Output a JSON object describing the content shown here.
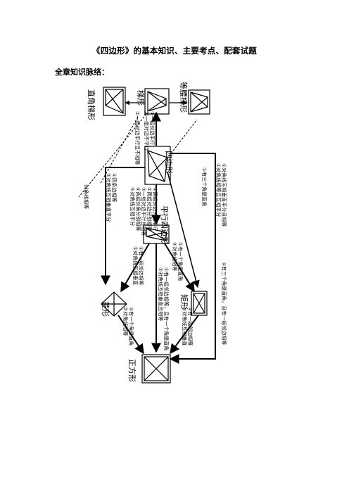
{
  "document": {
    "title": "《四边形》的基本知识、主要考点、配套试题",
    "section_label": "全章知识脉络："
  },
  "diagram": {
    "nodes": {
      "quadrilateral": "四边形",
      "trapezoid": "梯形",
      "parallelogram": "平行四边形",
      "rhombus": "菱形",
      "rectangle": "矩形",
      "square": "正方形",
      "right_trapezoid": "直角梯形",
      "isosceles_trapezoid": "等腰梯形"
    },
    "edge_labels": {
      "quad_to_trap": [
        "①一组对边平行，",
        "另一组对边不平行",
        "②一组对边平行且不相等"
      ],
      "quad_to_para": [
        "①两组对边分别平行",
        "②两组对边分别相等",
        "③一组对边平行且相等",
        "④两组对角分别相等",
        "⑤对角线互相平分"
      ],
      "quad_to_square": [
        "①对角线互相垂直平分且相等",
        "②对角线相等且互相平分"
      ],
      "quad_to_rect": [
        "①有三个角是直角"
      ],
      "quad_to_rhombus": [
        "①四条边相等",
        "②对角线互相垂直平分"
      ],
      "para_to_rhombus": [
        "①有一组邻边相等",
        "②对角线互相垂直"
      ],
      "para_to_rect": [
        "①有一个角是直角",
        "②对角线相等"
      ],
      "para_to_square": [
        "①有一组邻边相等，且有一个角是直角",
        "②对角线互相垂直且相等"
      ],
      "rect_to_square": [
        "①有一组邻边相等",
        "②对角线互相垂直"
      ],
      "rhombus_to_square": [
        "①有一个角是直角",
        "②对角线相等"
      ],
      "quad_right_side": [
        "①有三个角是直角，且有一组邻边相等"
      ],
      "trap_left": [
        "对角线相等"
      ]
    }
  }
}
